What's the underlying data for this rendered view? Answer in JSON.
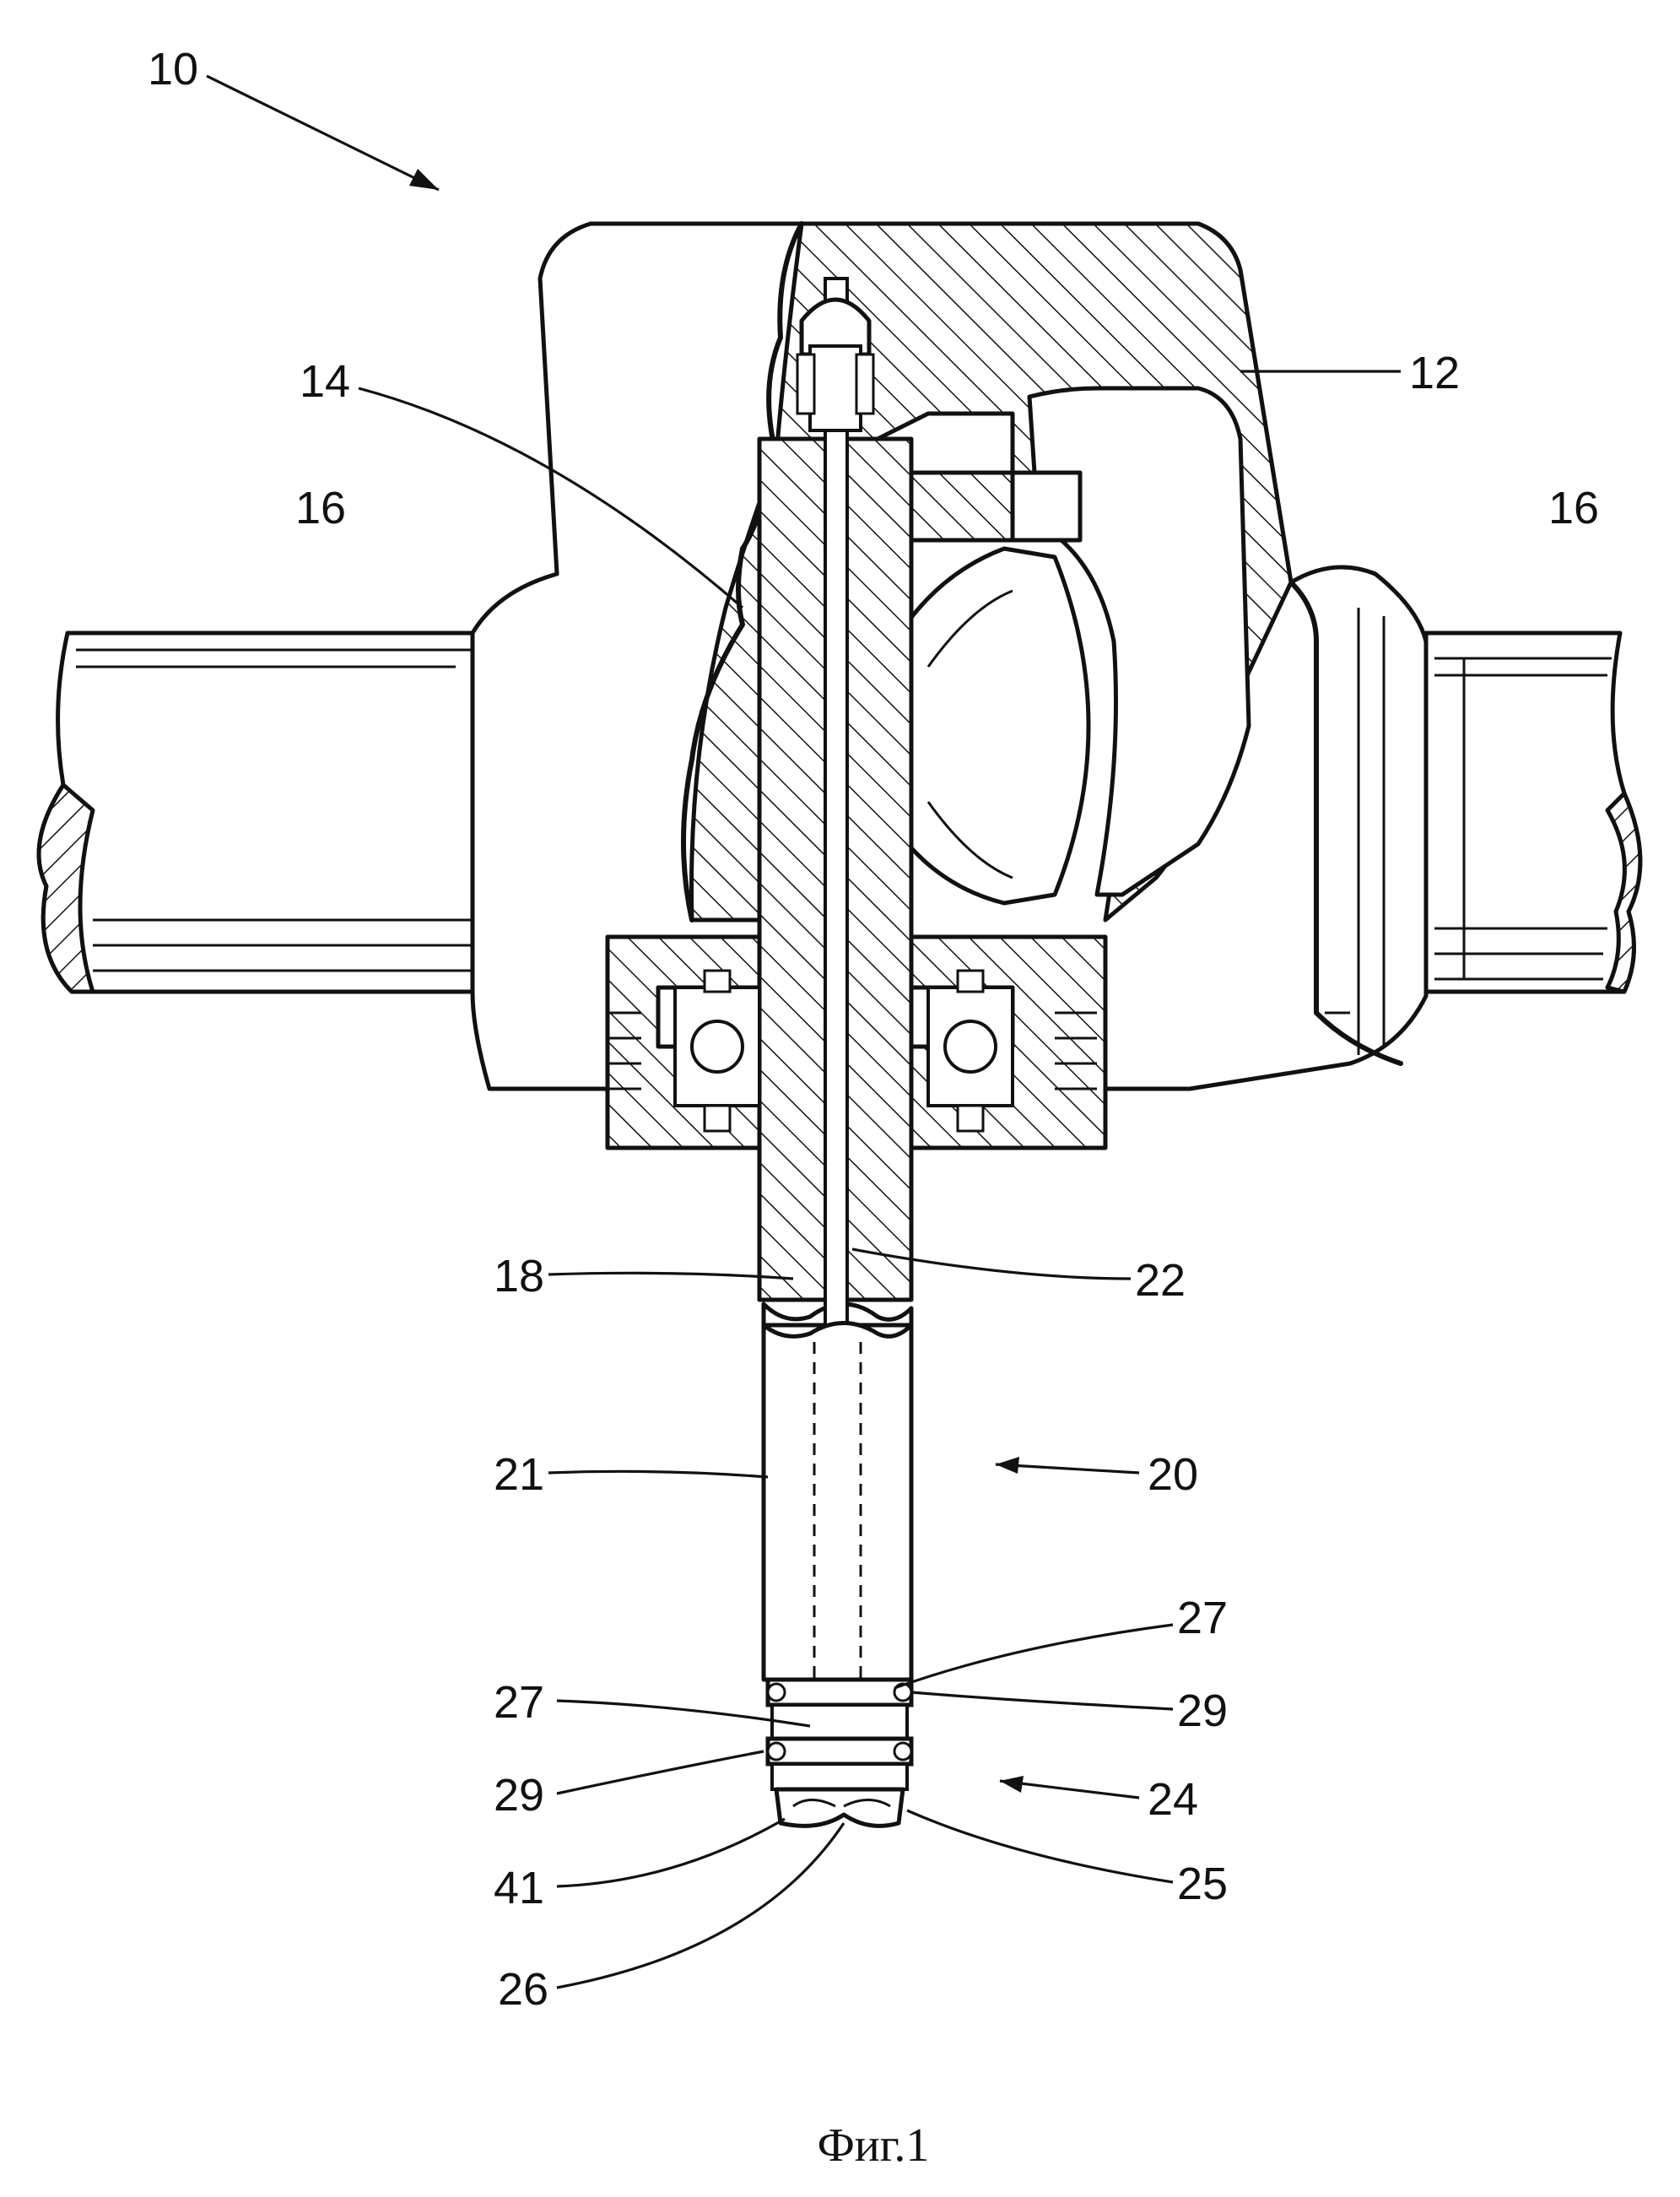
{
  "figure": {
    "caption": "Фиг.1",
    "reference_labels": {
      "r10": "10",
      "r12": "12",
      "r14": "14",
      "r16_left": "16",
      "r16_right": "16",
      "r18": "18",
      "r20": "20",
      "r21": "21",
      "r22": "22",
      "r24": "24",
      "r25": "25",
      "r26": "26",
      "r27_upper": "27",
      "r27_lower": "27",
      "r29_upper": "29",
      "r29_lower": "29",
      "r41": "41"
    }
  }
}
